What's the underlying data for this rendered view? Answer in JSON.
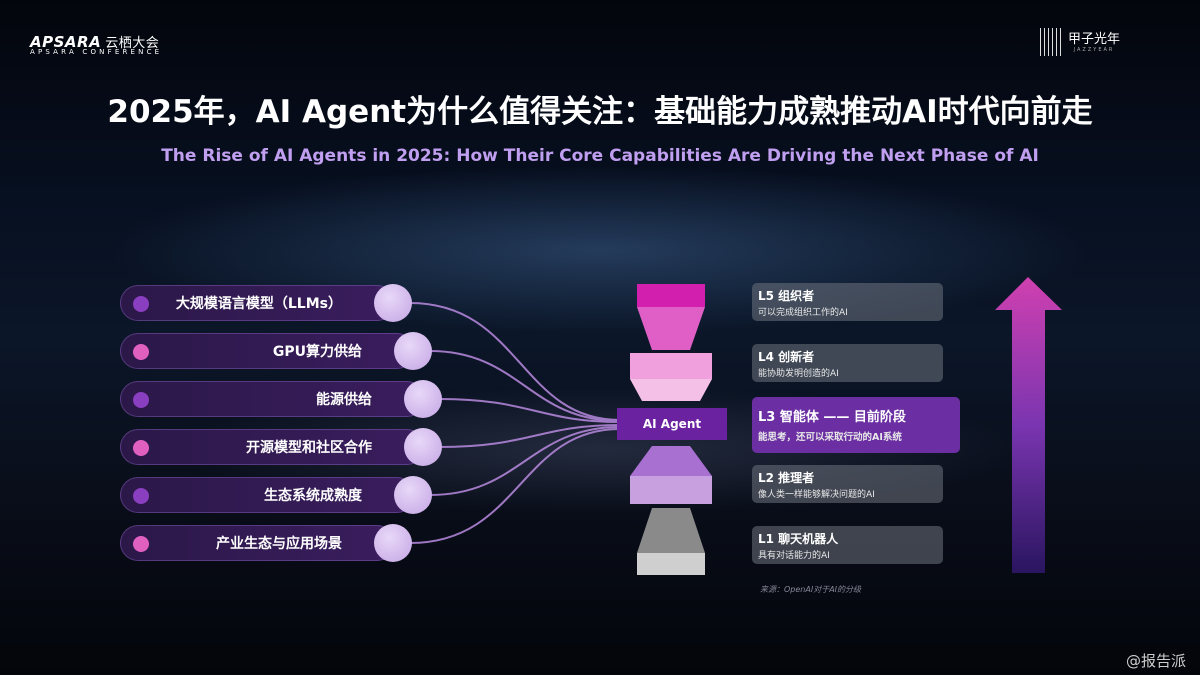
{
  "header": {
    "brand_left": "APSARA",
    "brand_left_cn": "云栖大会",
    "brand_left_sub": "APSARA CONFERENCE",
    "brand_right": "甲子光年",
    "brand_right_sub": "JAZZYEAR"
  },
  "title": "2025年，AI Agent为什么值得关注：基础能力成熟推动AI时代向前走",
  "subtitle": "The Rise of AI Agents in 2025: How Their Core Capabilities Are Driving the Next Phase of AI",
  "factors": [
    {
      "label": "大规模语言模型（LLMs）",
      "dot": "#8a3fc0"
    },
    {
      "label": "GPU算力供给",
      "dot": "#e060c0"
    },
    {
      "label": "能源供给",
      "dot": "#8a3fc0"
    },
    {
      "label": "开源模型和社区合作",
      "dot": "#e060c0"
    },
    {
      "label": "生态系统成熟度",
      "dot": "#8a3fc0"
    },
    {
      "label": "产业生态与应用场景",
      "dot": "#e060c0"
    }
  ],
  "center_label": "AI Agent",
  "levels": [
    {
      "title": "L5 组织者",
      "desc": "可以完成组织工作的AI"
    },
    {
      "title": "L4 创新者",
      "desc": "能协助发明创造的AI"
    },
    {
      "title": "L3 智能体 —— 目前阶段",
      "desc": "能思考，还可以采取行动的AI系统"
    },
    {
      "title": "L2 推理者",
      "desc": "像人类一样能够解决问题的AI"
    },
    {
      "title": "L1 聊天机器人",
      "desc": "具有对话能力的AI"
    }
  ],
  "source": "来源：OpenAI对于AI的分级",
  "watermark": "@报告派",
  "colors": {
    "accent": "#6b2fa3",
    "subtitle": "#c19ff0",
    "arrow_top": "#d040b0",
    "arrow_bottom": "#2a1560"
  }
}
